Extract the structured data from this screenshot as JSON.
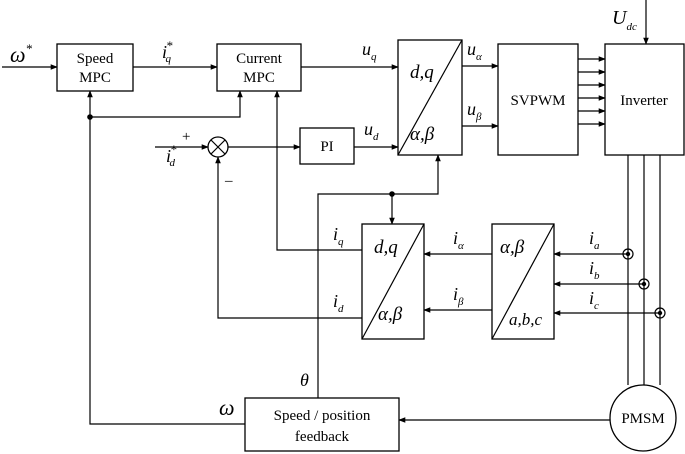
{
  "blocks": {
    "speed_mpc": [
      "Speed",
      "MPC"
    ],
    "current_mpc": [
      "Current",
      "MPC"
    ],
    "pi": "PI",
    "svpwm": "SVPWM",
    "inverter": "Inverter",
    "pmsm": "PMSM",
    "feedback": [
      "Speed / position",
      "feedback"
    ]
  },
  "transforms": {
    "dq_to_ab": {
      "top": "d,q",
      "bottom": "α,β"
    },
    "ab_to_dq": {
      "top": "d,q",
      "bottom": "α,β"
    },
    "abc_to_ab": {
      "top": "α,β",
      "bottom": "a,b,c"
    }
  },
  "signals": {
    "omega_ref": {
      "base": "ω",
      "sup": "*"
    },
    "iq_ref": {
      "base": "i",
      "sub": "q",
      "sup": "*"
    },
    "id_ref": {
      "base": "i",
      "sub": "d",
      "sup": "*"
    },
    "uq": {
      "base": "u",
      "sub": "q"
    },
    "ud": {
      "base": "u",
      "sub": "d"
    },
    "ualpha": {
      "base": "u",
      "sub": "α"
    },
    "ubeta": {
      "base": "u",
      "sub": "β"
    },
    "udc": {
      "base": "U",
      "sub": "dc"
    },
    "ia": {
      "base": "i",
      "sub": "a"
    },
    "ib": {
      "base": "i",
      "sub": "b"
    },
    "ic": {
      "base": "i",
      "sub": "c"
    },
    "ialpha": {
      "base": "i",
      "sub": "α"
    },
    "ibeta": {
      "base": "i",
      "sub": "β"
    },
    "iq": {
      "base": "i",
      "sub": "q"
    },
    "id": {
      "base": "i",
      "sub": "d"
    },
    "theta": "θ",
    "omega": "ω"
  },
  "summer": {
    "plus": "+",
    "minus": "–"
  }
}
